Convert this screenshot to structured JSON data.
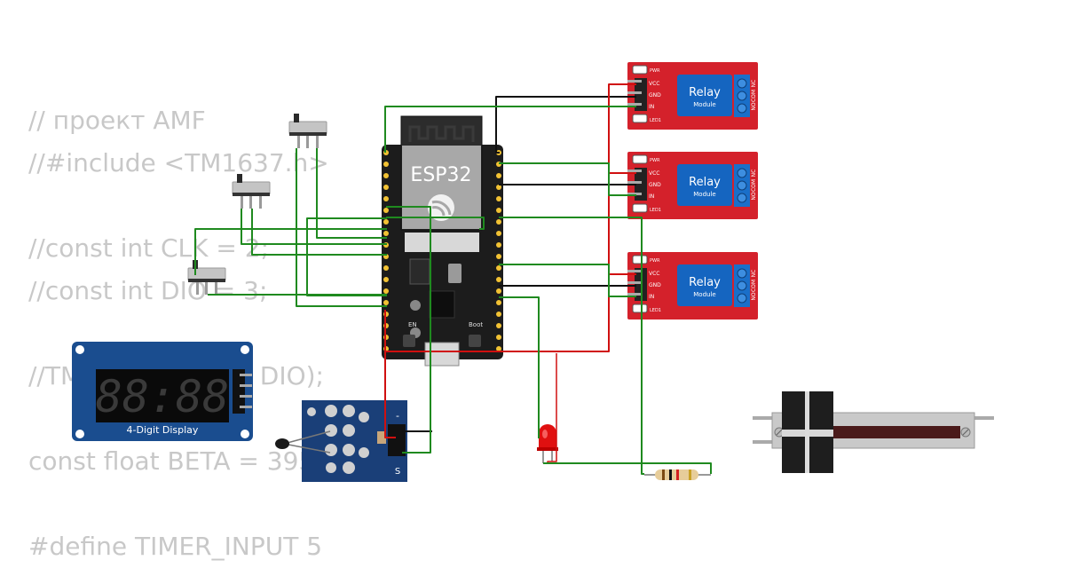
{
  "code_lines": [
    "// проект AMF",
    "//#include <TM1637.h>",
    "",
    "//const int CLK = 2;",
    "//const int DIO = 3;",
    "",
    "//TM1637 tm(CLK, DIO);",
    "",
    "const float BETA = 3950;",
    "",
    "#define TIMER_INPUT 5"
  ],
  "esp32": {
    "label": "ESP32",
    "en_label": "EN",
    "boot_label": "Boot"
  },
  "relay_module": {
    "title": "Relay",
    "subtitle": "Module",
    "pins": [
      "VCC",
      "GND",
      "IN"
    ],
    "pwr_label": "PWR",
    "led_label": "LED1",
    "terminals": [
      "NO",
      "COM",
      "NC"
    ]
  },
  "display": {
    "digits": "88:88",
    "caption": "4-Digit Display"
  },
  "thermistor": {
    "pin_s": "S",
    "pin_minus": "-"
  },
  "colors": {
    "relay_red": "#d4212b",
    "relay_blue": "#1565c0",
    "board_black": "#1c1c1c",
    "wire_green": "#1f8a1f",
    "wire_red": "#d01010",
    "wire_black": "#101010",
    "display_blue": "#1a4d8f",
    "code_grey": "#c8c8c8"
  }
}
